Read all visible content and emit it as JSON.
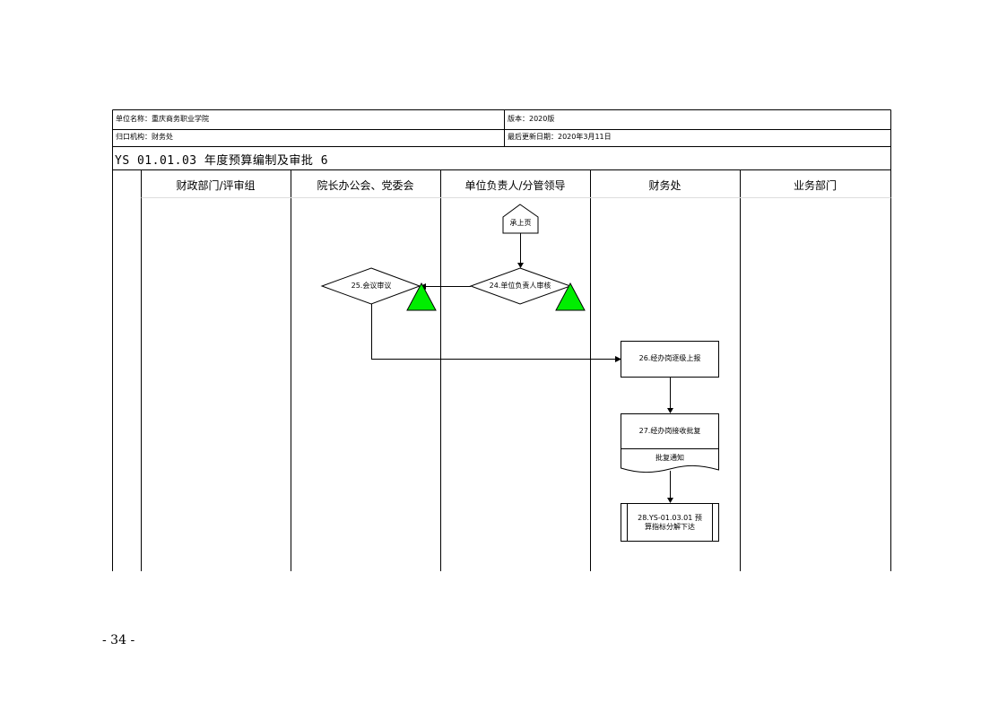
{
  "header": {
    "unit_name": "单位名称：重庆商务职业学院",
    "dept": "归口机构：财务处",
    "version": "版本：2020版",
    "updated": "最后更新日期：2020年3月11日"
  },
  "title": "YS 01.01.03 年度预算编制及审批 6",
  "lanes": [
    {
      "label": "财政部门/评审组"
    },
    {
      "label": "院长办公会、党委会"
    },
    {
      "label": "单位负责人/分管领导"
    },
    {
      "label": "财务处"
    },
    {
      "label": "业务部门"
    }
  ],
  "nodes": {
    "connector": "承上页",
    "n24": "24.单位负责人审核",
    "n25": "25.会议审议",
    "n26": "26.经办岗逐级上报",
    "n27": "27.经办岗接收批复",
    "doc": "批复通知",
    "n28_line1": "28.YS-01.03.01 预",
    "n28_line2": "算指标分解下达"
  },
  "colors": {
    "risk_marker": "#00ee00",
    "line": "#000000"
  },
  "page_number": "- 34 -"
}
